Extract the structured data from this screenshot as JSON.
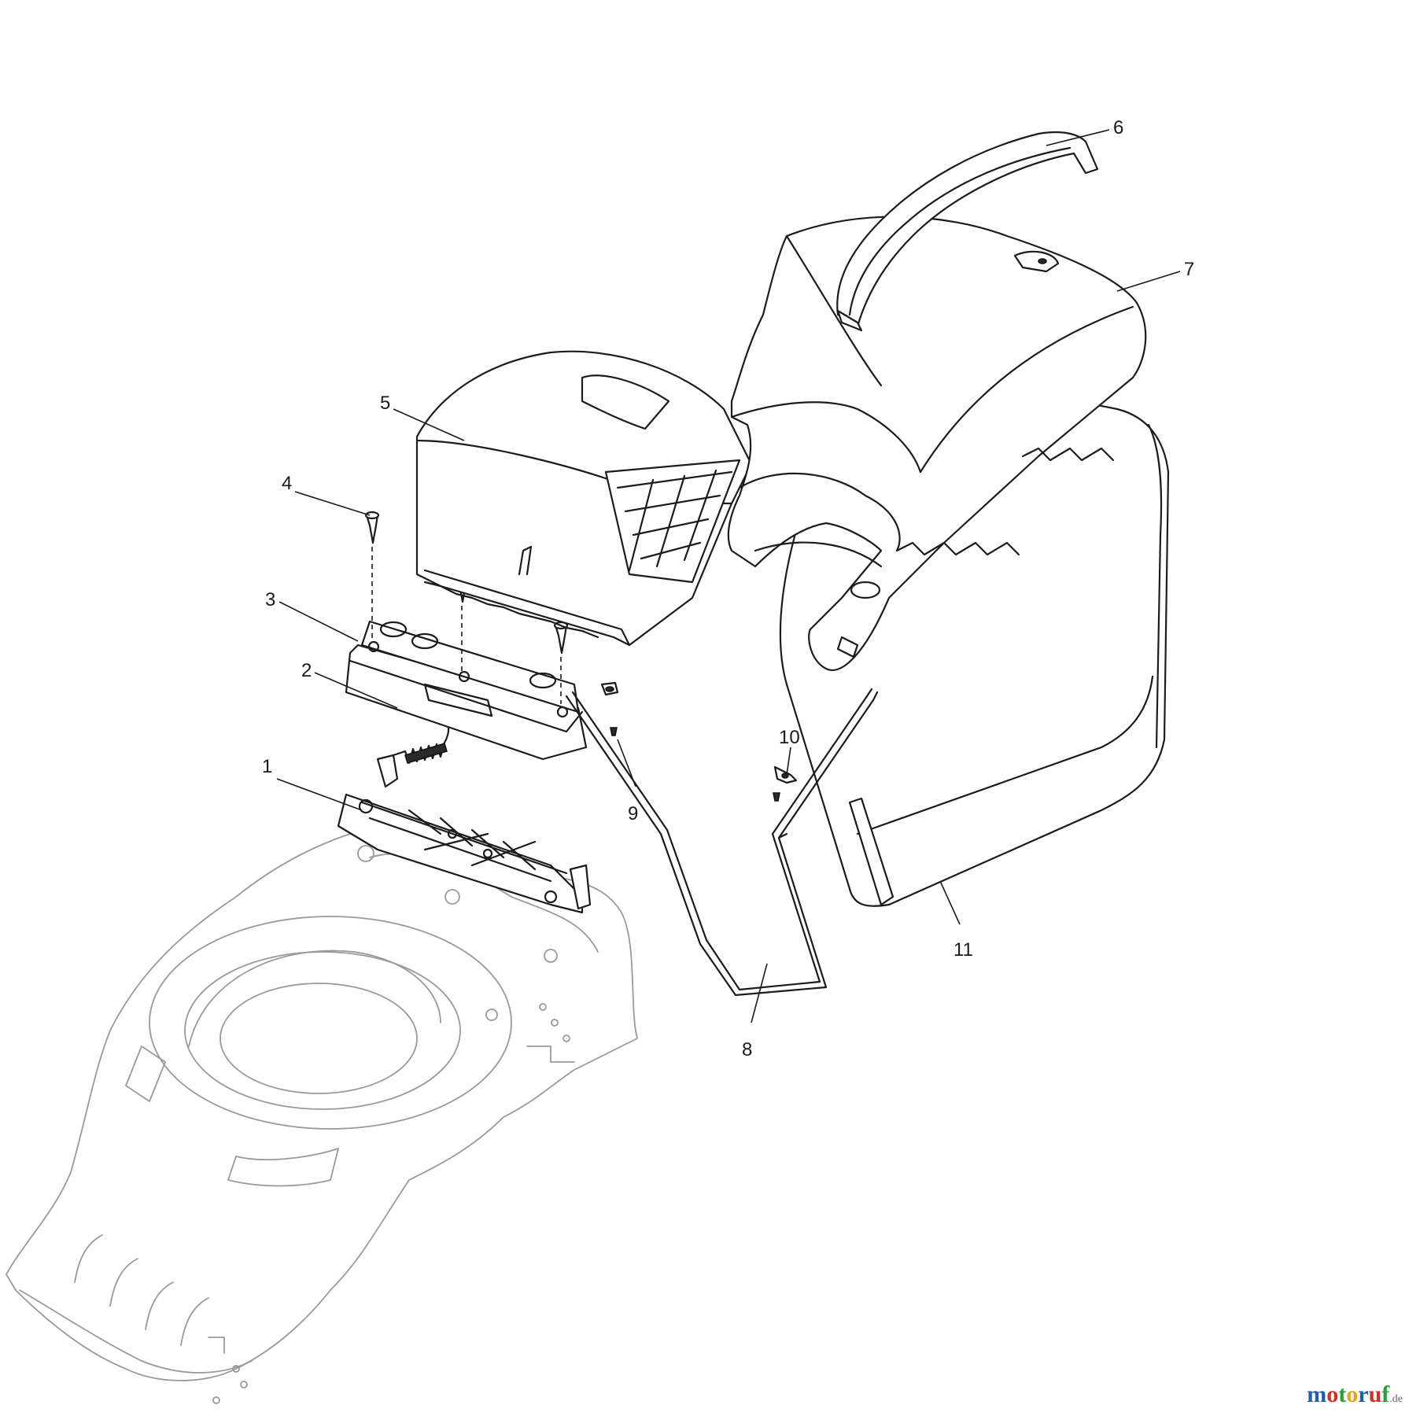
{
  "callouts": [
    {
      "id": 1,
      "label": "1"
    },
    {
      "id": 2,
      "label": "2"
    },
    {
      "id": 3,
      "label": "3"
    },
    {
      "id": 4,
      "label": "4"
    },
    {
      "id": 5,
      "label": "5"
    },
    {
      "id": 6,
      "label": "6"
    },
    {
      "id": 7,
      "label": "7"
    },
    {
      "id": 8,
      "label": "8"
    },
    {
      "id": 9,
      "label": "9"
    },
    {
      "id": 10,
      "label": "10"
    },
    {
      "id": 11,
      "label": "11"
    }
  ],
  "watermark": {
    "text_main": "motoruf",
    "text_tld": ".de",
    "colors": [
      "#1f5fb0",
      "#d62d20",
      "#2a9d3a",
      "#e8a317"
    ]
  }
}
